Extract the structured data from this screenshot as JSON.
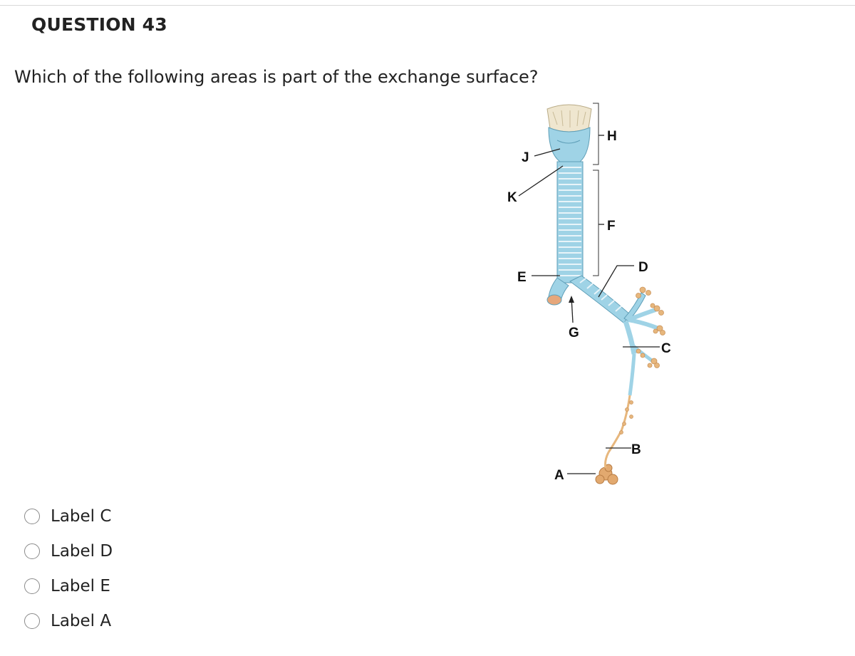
{
  "question": {
    "title": "QUESTION 43",
    "text": "Which of the following areas is part of the exchange surface?"
  },
  "diagram": {
    "labels": {
      "H": "H",
      "J": "J",
      "K": "K",
      "F": "F",
      "E": "E",
      "D": "D",
      "G": "G",
      "C": "C",
      "B": "B",
      "A": "A"
    }
  },
  "options": [
    {
      "label": "Label C",
      "selected": false
    },
    {
      "label": "Label D",
      "selected": false
    },
    {
      "label": "Label E",
      "selected": false
    },
    {
      "label": "Label A",
      "selected": false
    }
  ],
  "colors": {
    "airway_blue": "#9fd3e6",
    "airway_outline": "#5f9fb8",
    "cartilage": "#efe6cf",
    "alveoli_tan": "#e7b77d"
  }
}
